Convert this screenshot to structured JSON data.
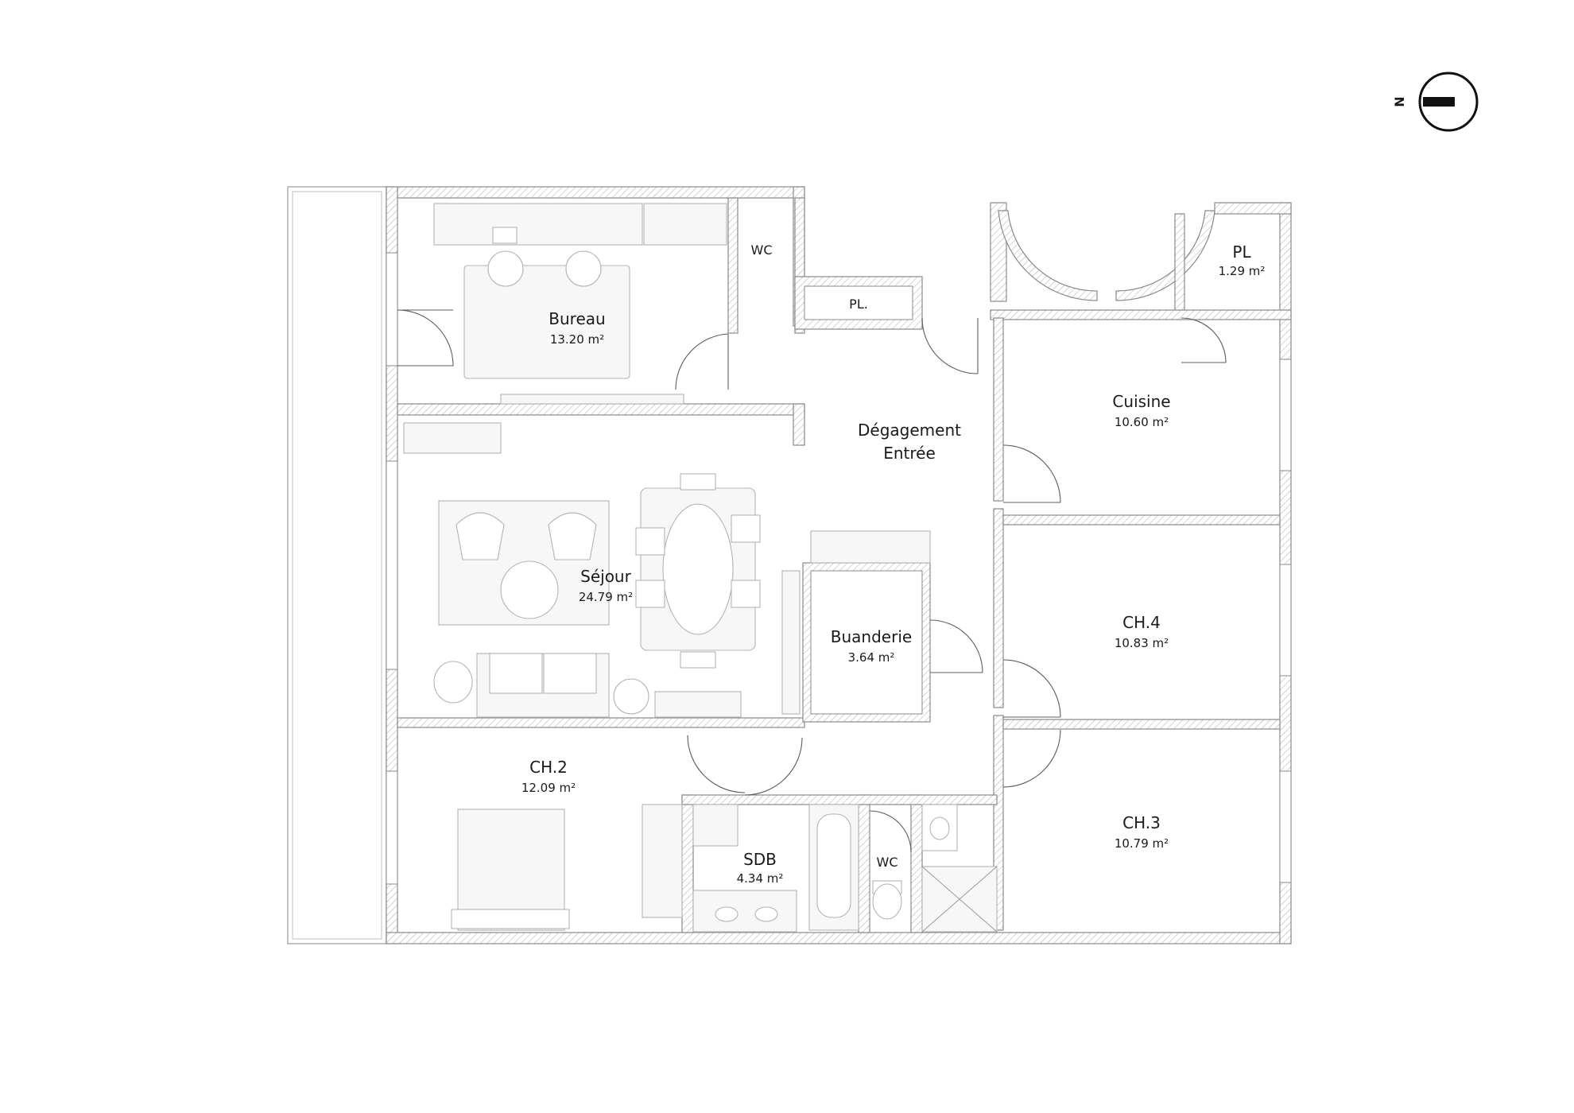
{
  "compass": {
    "label": "N"
  },
  "rooms": [
    {
      "id": "bureau",
      "name": "Bureau",
      "area": "13.20 m²"
    },
    {
      "id": "wc-top",
      "name": "WC"
    },
    {
      "id": "pl-top",
      "name": "PL."
    },
    {
      "id": "pl-right",
      "name": "PL",
      "area": "1.29 m²"
    },
    {
      "id": "degagement",
      "name_line1": "Dégagement",
      "name_line2": "Entrée"
    },
    {
      "id": "cuisine",
      "name": "Cuisine",
      "area": "10.60 m²"
    },
    {
      "id": "sejour",
      "name": "Séjour",
      "area": "24.79 m²"
    },
    {
      "id": "buanderie",
      "name": "Buanderie",
      "area": "3.64 m²"
    },
    {
      "id": "ch4",
      "name": "CH.4",
      "area": "10.83 m²"
    },
    {
      "id": "ch2",
      "name": "CH.2",
      "area": "12.09 m²"
    },
    {
      "id": "sdb",
      "name": "SDB",
      "area": "4.34 m²"
    },
    {
      "id": "wc-bottom",
      "name": "WC"
    },
    {
      "id": "ch3",
      "name": "CH.3",
      "area": "10.79 m²"
    }
  ]
}
